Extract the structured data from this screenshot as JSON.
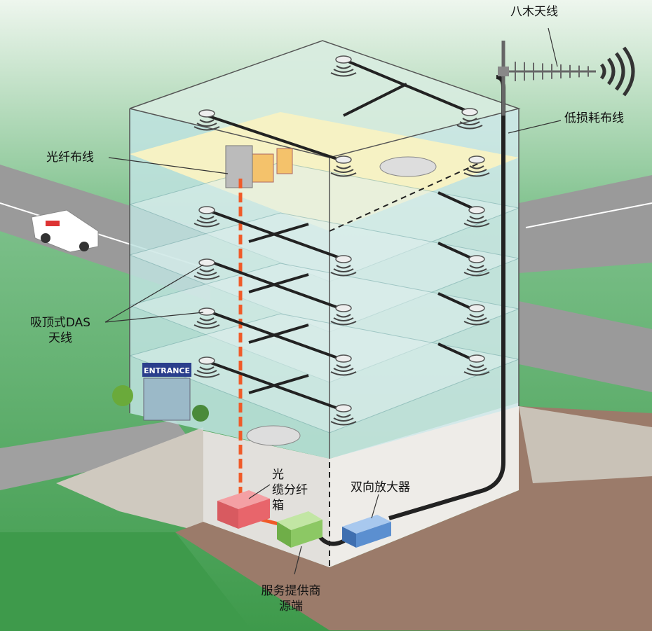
{
  "labels": {
    "yagi_antenna": "八木天线",
    "low_loss_cable": "低损耗布线",
    "fiber_cabling": "光纤布线",
    "ceiling_das_line1": "吸顶式DAS",
    "ceiling_das_line2": "天线",
    "fiber_box_line1": "光",
    "fiber_box_line2": "缆分纤",
    "fiber_box_line3": "箱",
    "bidirectional_amplifier": "双向放大器",
    "provider_source_line1": "服务提供商",
    "provider_source_line2": "源端",
    "entrance_sign": "ENTRANCE"
  },
  "colors": {
    "fiber": "#f05a28",
    "cable": "#222222",
    "fiber_box": "#e8656b",
    "provider_box": "#8cc864",
    "amplifier": "#5b8fd0",
    "grass": "#3f9a4a",
    "road": "#9a9a9a",
    "ground": "#9b7b6a"
  }
}
